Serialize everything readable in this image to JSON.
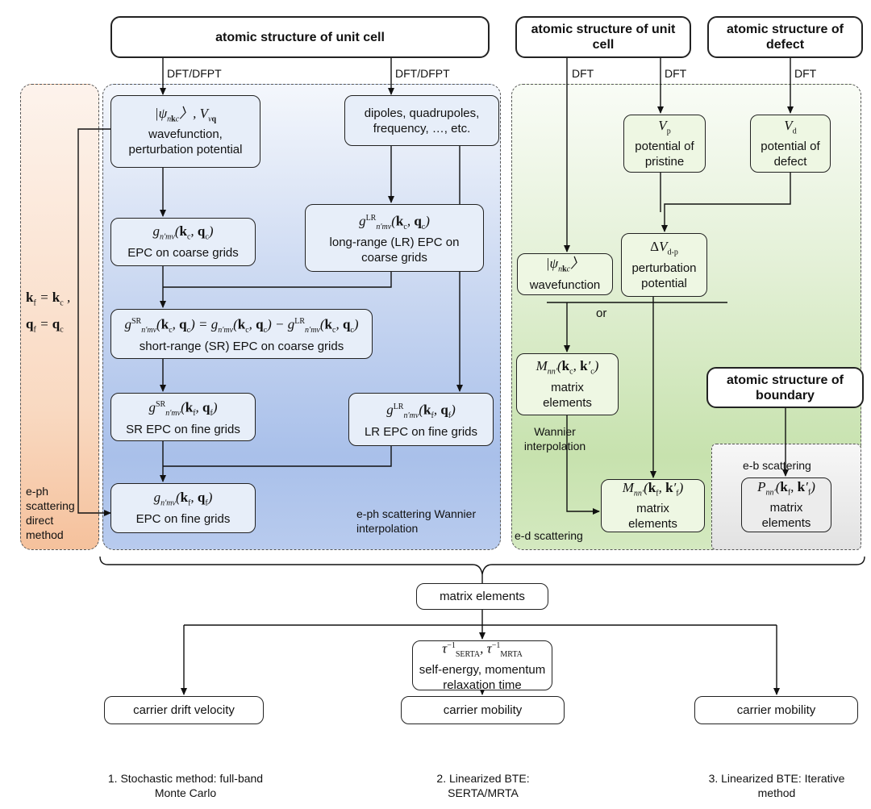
{
  "top": {
    "unit_cell_main": "atomic structure of unit cell",
    "unit_cell_right": "atomic structure of unit cell",
    "defect": "atomic structure of defect",
    "boundary": "atomic structure of boundary"
  },
  "edge_labels": {
    "dft_dfpt_left": "DFT/DFPT",
    "dft_dfpt_right": "DFT/DFPT",
    "dft_1": "DFT",
    "dft_2": "DFT",
    "dft_3": "DFT",
    "or": "or"
  },
  "eph": {
    "wavefunction_label": "wavefunction, perturbation potential",
    "dipoles_label": "dipoles, quadrupoles, frequency, …, etc.",
    "coarse_label": "EPC on coarse grids",
    "lr_coarse_label": "long-range (LR) EPC on coarse grids",
    "sr_coarse_label": "short-range (SR) EPC on coarse grids",
    "sr_fine_label": "SR EPC on fine grids",
    "lr_fine_label": "LR EPC on fine grids",
    "fine_label": "EPC on fine grids",
    "region_label": "e-ph scattering Wannier interpolation",
    "direct_label": "e-ph scattering direct method"
  },
  "ed": {
    "vp_label": "potential of pristine",
    "vd_label": "potential of defect",
    "dv_label": "perturbation potential",
    "wf_label": "wavefunction",
    "m_coarse_label": "matrix elements",
    "wannier_label": "Wannier interpolation",
    "m_fine_label": "matrix elements",
    "region_label": "e-d scattering"
  },
  "eb": {
    "region_label": "e-b scattering",
    "p_label": "matrix elements"
  },
  "bottom": {
    "matrix_elements": "matrix elements",
    "tau_label": "self-energy, momentum relaxation time",
    "drift_velocity": "carrier drift velocity",
    "mobility_mid": "carrier mobility",
    "mobility_right": "carrier mobility",
    "method1": "1. Stochastic method: full-band Monte Carlo",
    "method2": "2. Linearized BTE: SERTA/MRTA",
    "method3": "3. Linearized BTE: Iterative method"
  },
  "colors": {
    "direct_region": "#f7c7a4",
    "wannier_region": "#9fb9e6",
    "ed_region": "#bcdca0",
    "eb_region": "#d6d6d6"
  }
}
